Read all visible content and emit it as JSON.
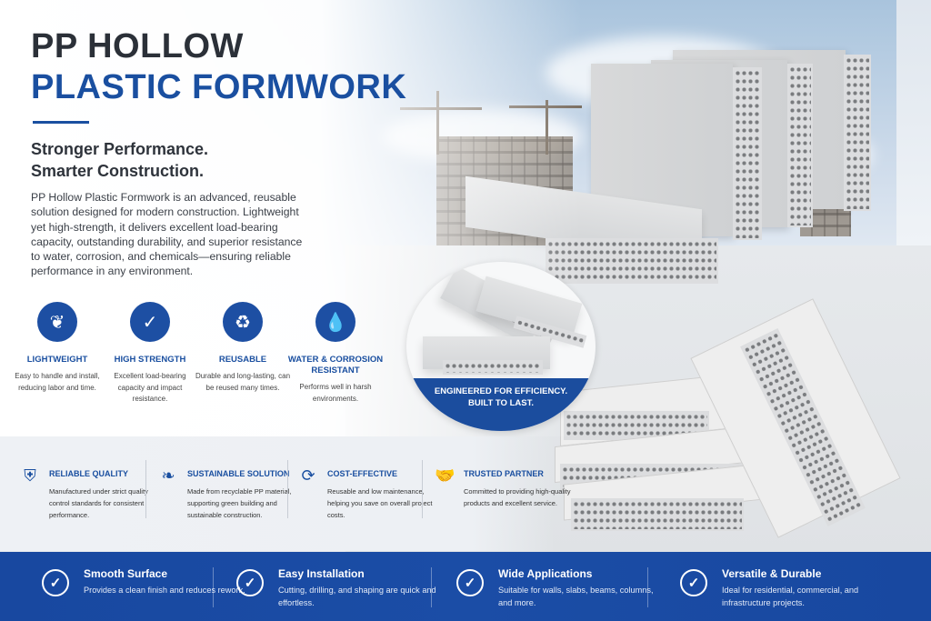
{
  "header": {
    "title_line1": "PP HOLLOW",
    "title_line2": "PLASTIC FORMWORK",
    "subtitle_line1": "Stronger Performance.",
    "subtitle_line2": "Smarter Construction.",
    "intro": "PP Hollow Plastic Formwork is an advanced, reusable solution designed for modern construction. Lightweight yet high-strength, it delivers excellent load-bearing capacity, outstanding durability, and superior resistance to water, corrosion, and chemicals—ensuring reliable performance in any environment."
  },
  "features": [
    {
      "icon": "feather-icon",
      "glyph": "❦",
      "title": "LIGHTWEIGHT",
      "desc": "Easy to handle and install, reducing labor and time."
    },
    {
      "icon": "shield-check-icon",
      "glyph": "✓",
      "title": "HIGH STRENGTH",
      "desc": "Excellent load-bearing capacity and impact resistance."
    },
    {
      "icon": "recycle-icon",
      "glyph": "♻",
      "title": "REUSABLE",
      "desc": "Durable and long-lasting, can be reused many times."
    },
    {
      "icon": "water-drop-icon",
      "glyph": "💧",
      "title": "WATER & CORROSION RESISTANT",
      "desc": "Performs well in harsh environments."
    }
  ],
  "inset": {
    "banner_line1": "ENGINEERED FOR EFFICIENCY.",
    "banner_line2": "BUILT TO LAST."
  },
  "benefits": [
    {
      "icon": "shield-check-icon",
      "glyph": "⛨",
      "title": "RELIABLE QUALITY",
      "desc": "Manufactured under strict quality control standards for consistent performance."
    },
    {
      "icon": "leaf-icon",
      "glyph": "❧",
      "title": "SUSTAINABLE SOLUTION",
      "desc": "Made from recyclable PP material, supporting green building and sustainable construction."
    },
    {
      "icon": "cost-cycle-icon",
      "glyph": "⟳",
      "title": "COST-EFFECTIVE",
      "desc": "Reusable and low maintenance, helping you save on overall project costs."
    },
    {
      "icon": "handshake-icon",
      "glyph": "🤝",
      "title": "TRUSTED PARTNER",
      "desc": "Committed to providing high-quality products and excellent service."
    }
  ],
  "bottom": [
    {
      "title": "Smooth Surface",
      "desc": "Provides a clean finish and reduces rework."
    },
    {
      "title": "Easy Installation",
      "desc": "Cutting, drilling, and shaping are quick and effortless."
    },
    {
      "title": "Wide Applications",
      "desc": "Suitable for walls, slabs, beams, columns, and more."
    },
    {
      "title": "Versatile & Durable",
      "desc": "Ideal for residential, commercial, and infrastructure projects."
    }
  ],
  "colors": {
    "brand_blue": "#1a4fa0",
    "dark_text": "#2b3038"
  }
}
